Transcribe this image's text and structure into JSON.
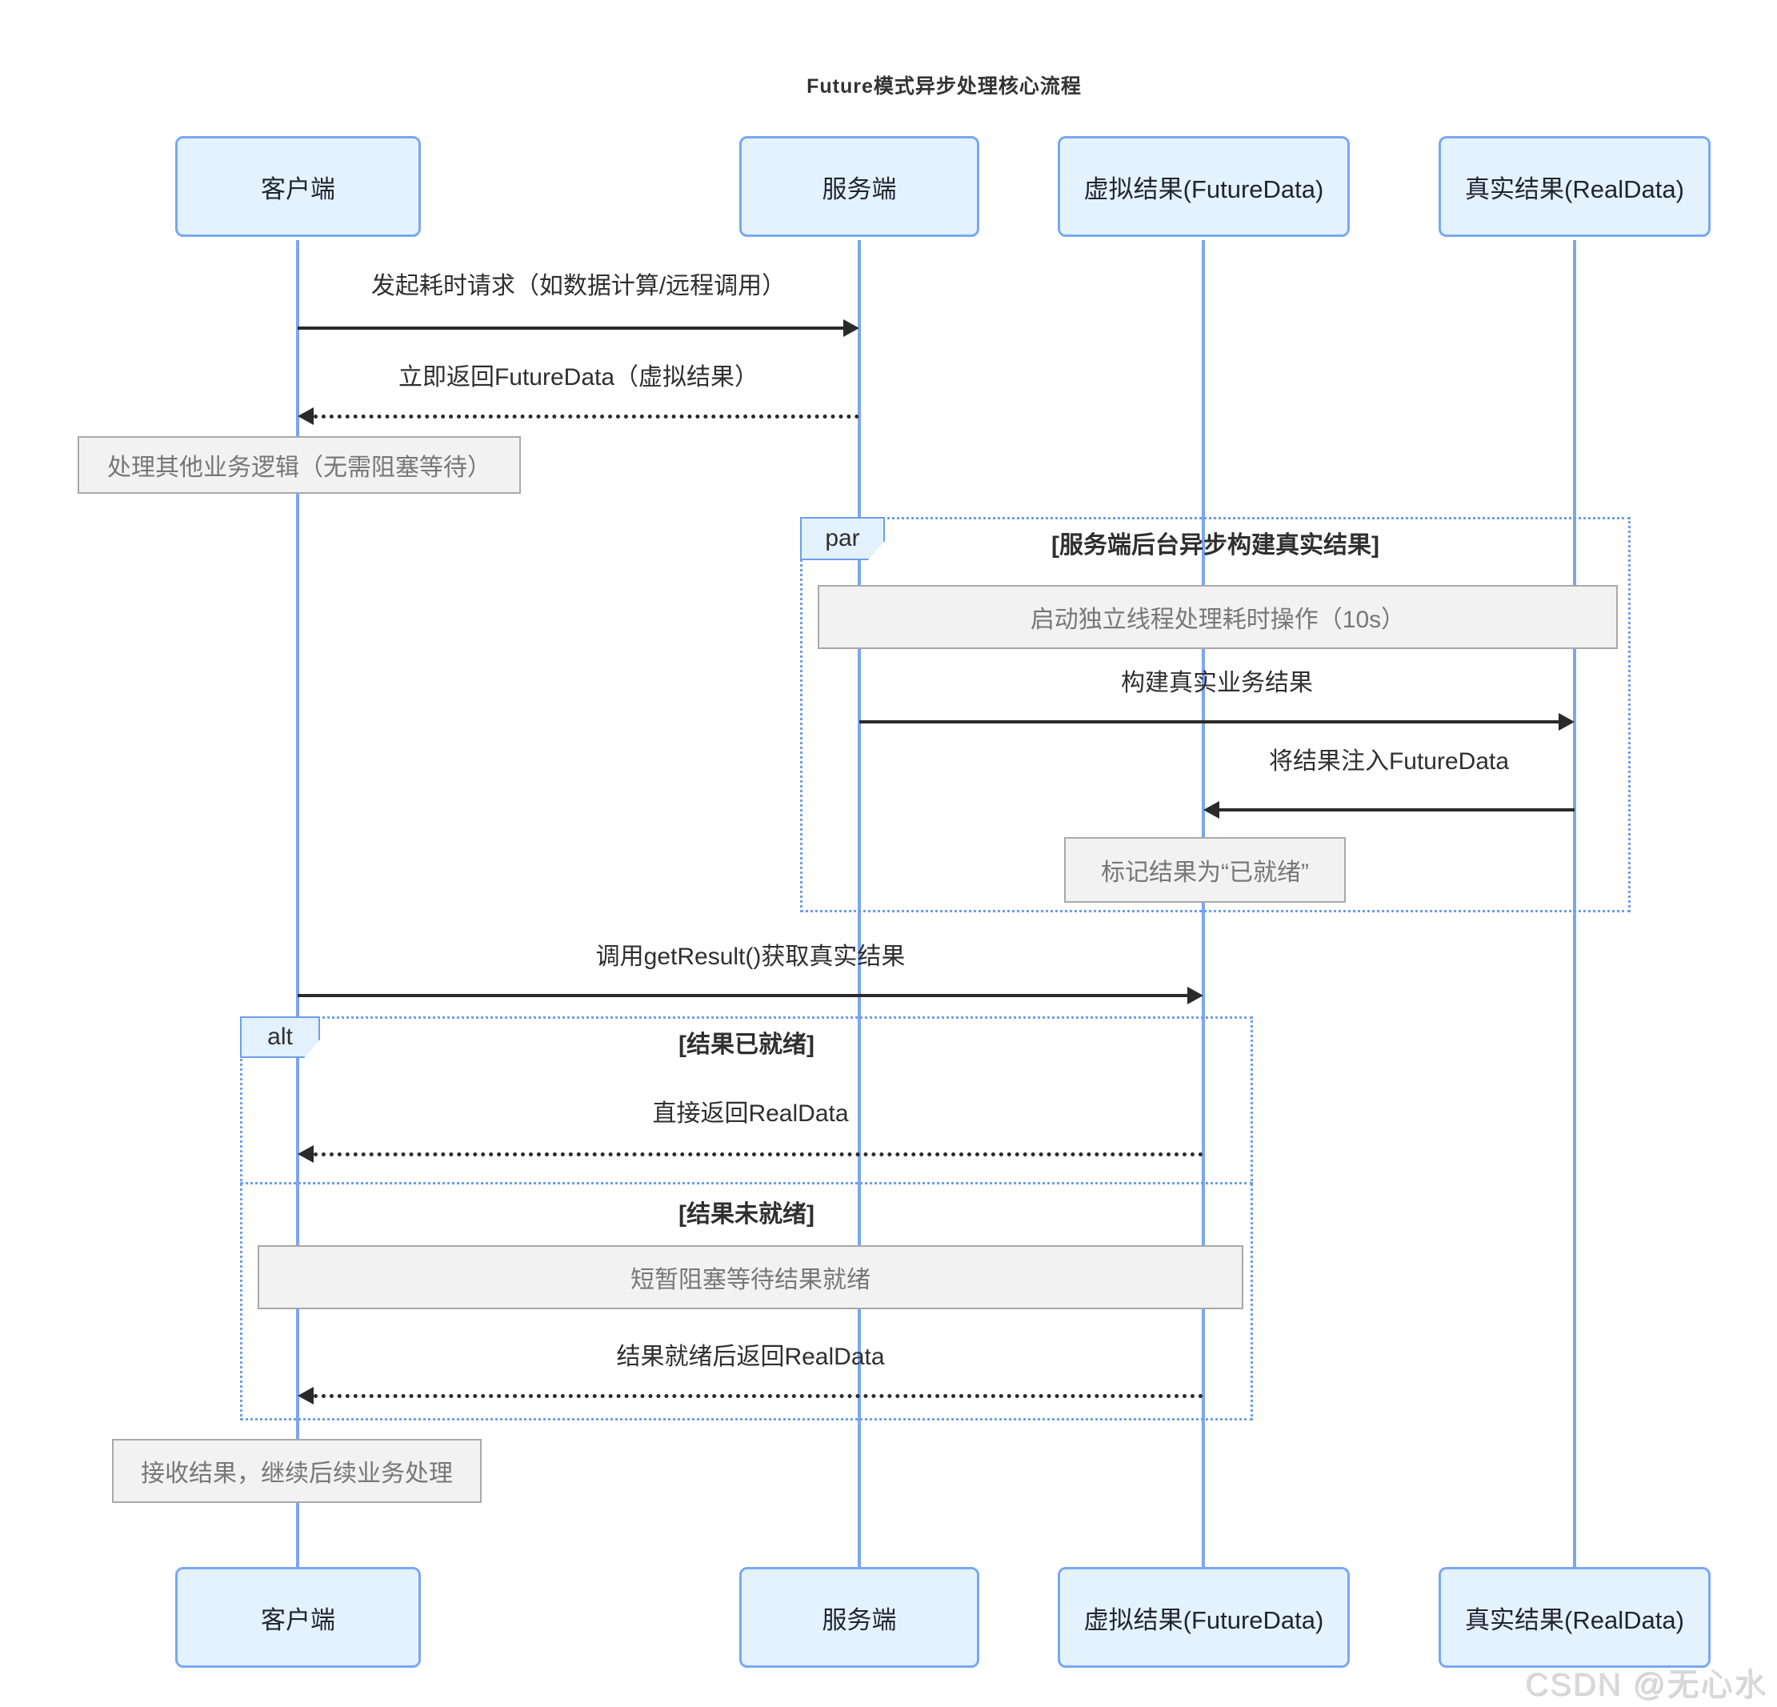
{
  "diagram": {
    "title": "Future模式异步处理核心流程",
    "participants": [
      {
        "label": "客户端"
      },
      {
        "label": "服务端"
      },
      {
        "label": "虚拟结果(FutureData)"
      },
      {
        "label": "真实结果(RealData)"
      }
    ],
    "messages": [
      {
        "from": "客户端",
        "to": "服务端",
        "label": "发起耗时请求（如数据计算/远程调用）",
        "line": "solid"
      },
      {
        "from": "服务端",
        "to": "客户端",
        "label": "立即返回FutureData（虚拟结果）",
        "line": "dashed"
      },
      {
        "from": "服务端",
        "to": "真实结果(RealData)",
        "label": "构建真实业务结果",
        "line": "solid"
      },
      {
        "from": "真实结果(RealData)",
        "to": "虚拟结果(FutureData)",
        "label": "将结果注入FutureData",
        "line": "solid"
      },
      {
        "from": "客户端",
        "to": "虚拟结果(FutureData)",
        "label": "调用getResult()获取真实结果",
        "line": "solid"
      },
      {
        "from": "虚拟结果(FutureData)",
        "to": "客户端",
        "label": "直接返回RealData",
        "line": "dashed"
      },
      {
        "from": "虚拟结果(FutureData)",
        "to": "客户端",
        "label": "结果就绪后返回RealData",
        "line": "dashed"
      }
    ],
    "notes": [
      {
        "over": "客户端",
        "text": "处理其他业务逻辑（无需阻塞等待）"
      },
      {
        "over": "服务端,真实结果(RealData)",
        "text": "启动独立线程处理耗时操作（10s）"
      },
      {
        "over": "虚拟结果(FutureData)",
        "text": "标记结果为“已就绪”"
      },
      {
        "over": "客户端,虚拟结果(FutureData)",
        "text": "短暂阻塞等待结果就绪"
      },
      {
        "over": "客户端",
        "text": "接收结果，继续后续业务处理"
      }
    ],
    "frames": {
      "par": {
        "keyword": "par",
        "title": "[服务端后台异步构建真实结果]"
      },
      "alt": {
        "keyword": "alt",
        "sections": [
          "[结果已就绪]",
          "[结果未就绪]"
        ]
      }
    },
    "watermark": "CSDN @无心水",
    "colors": {
      "participant_fill": "#e4f2fe",
      "participant_border": "#79a8f4",
      "lifeline": "#7ba6f0",
      "frame_border": "#6d9eeb",
      "frame_label_fill": "#e3f1fc",
      "note_fill": "#f2f2f2",
      "note_border": "#a9a9a9",
      "note_text": "#777777",
      "message_text": "#2f2f2f",
      "arrow": "#2a2a2a"
    }
  }
}
